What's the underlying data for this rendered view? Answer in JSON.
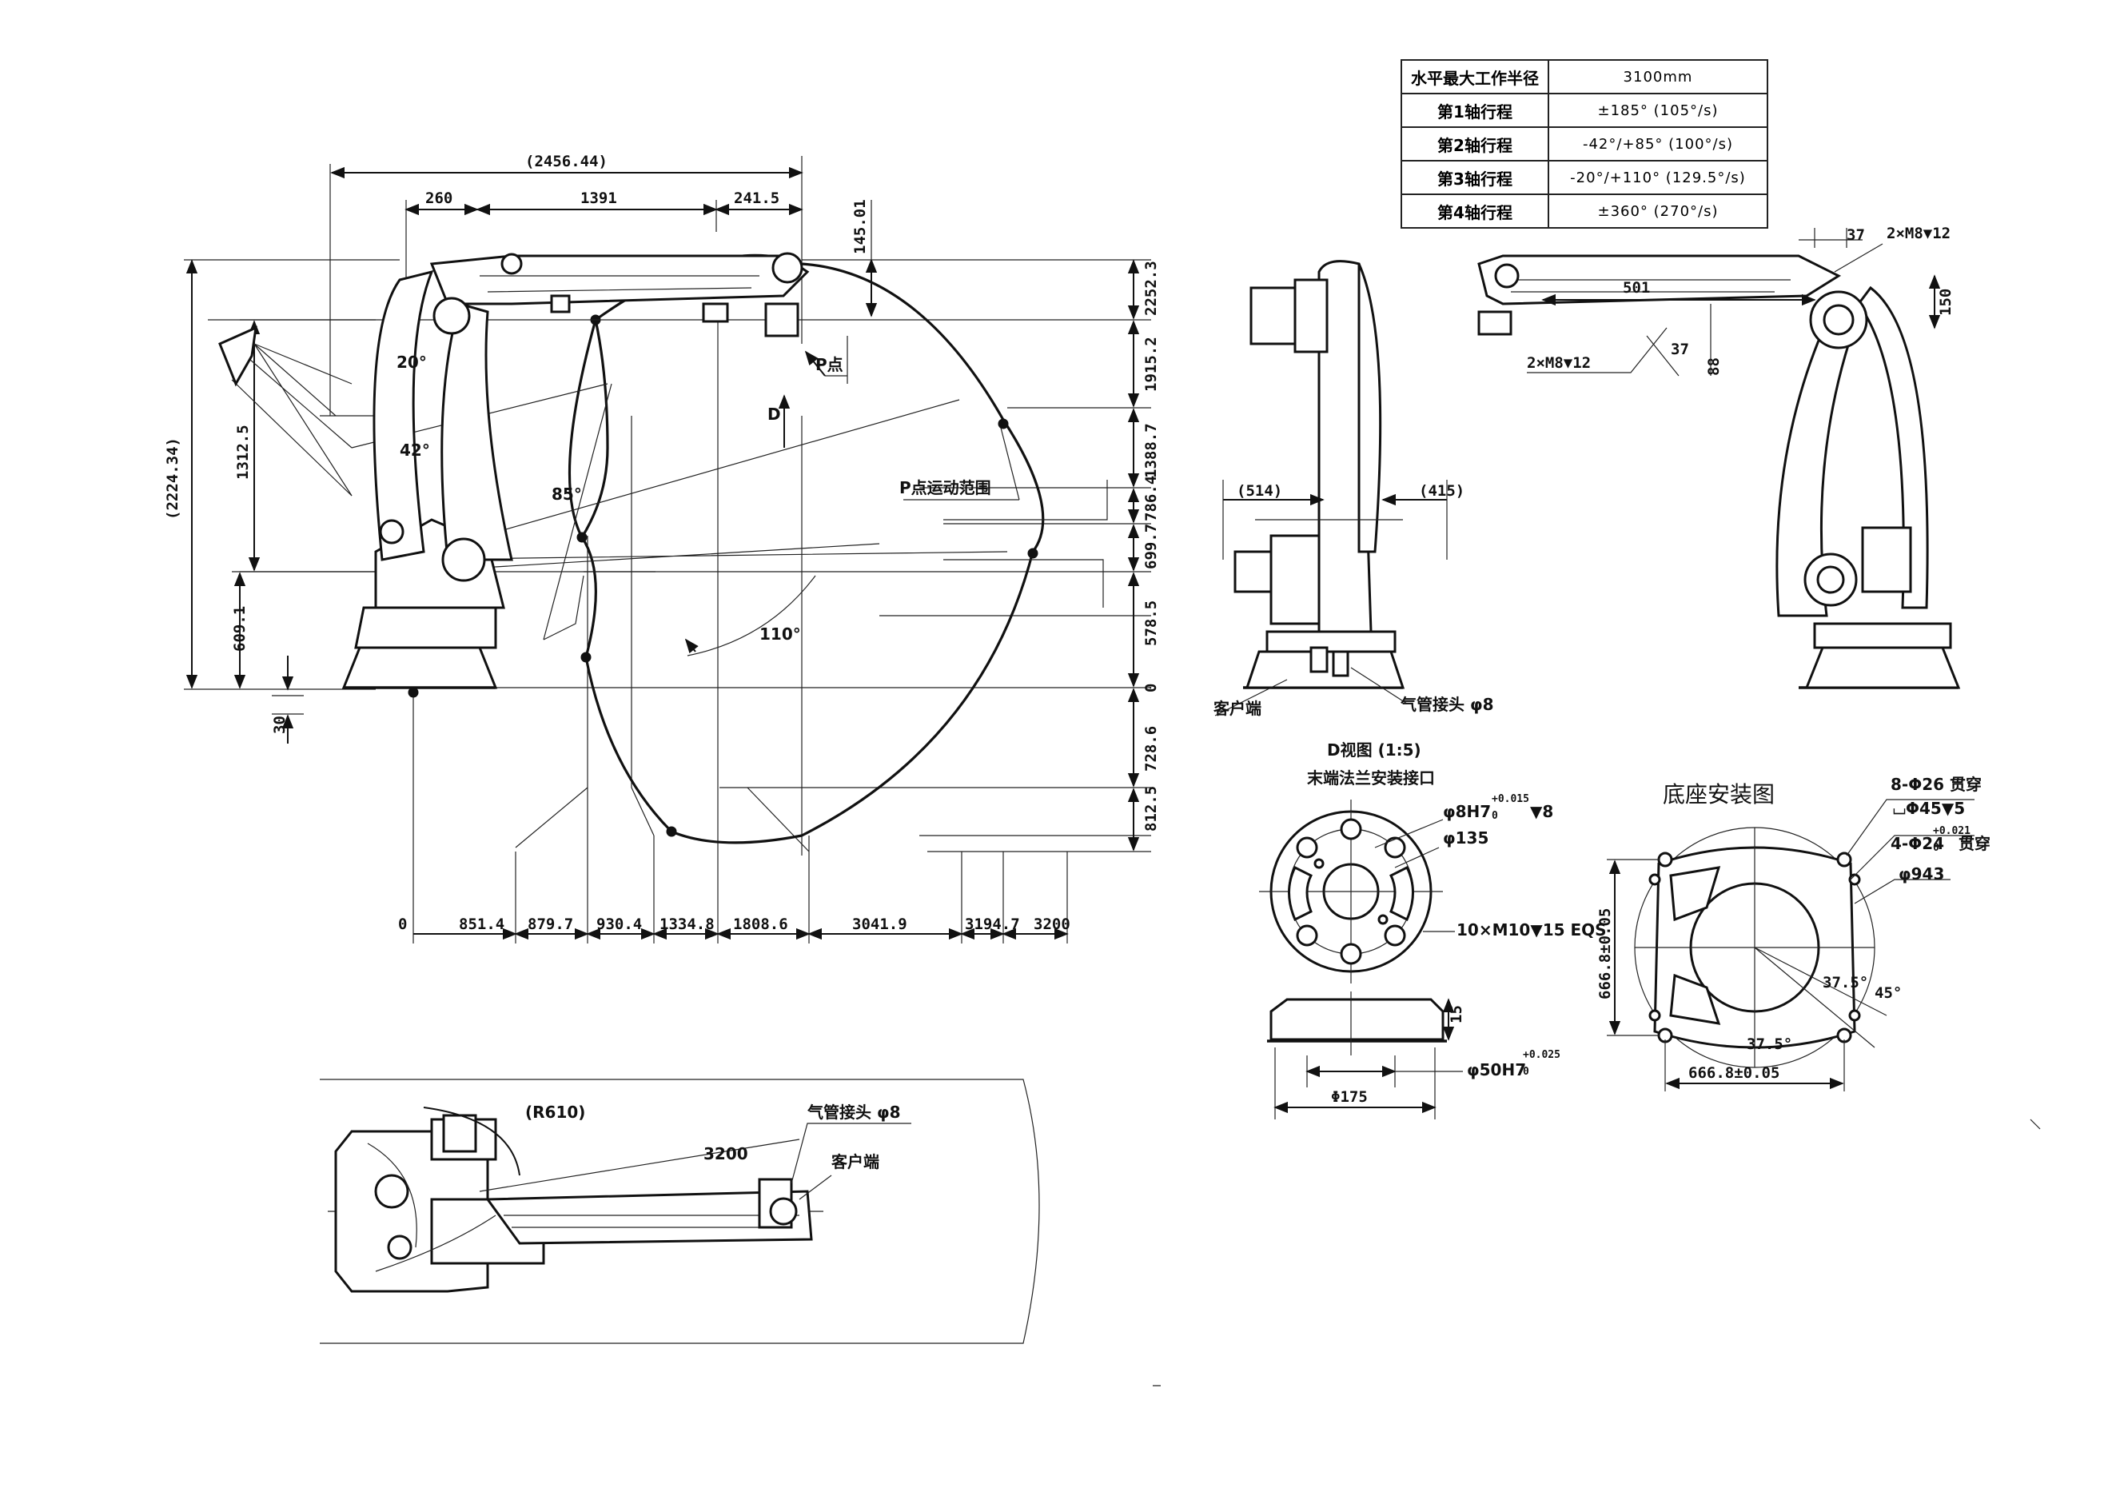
{
  "spec_table": [
    {
      "label": "水平最大工作半径",
      "value": "3100mm"
    },
    {
      "label": "第1轴行程",
      "value": "±185° (105°/s)"
    },
    {
      "label": "第2轴行程",
      "value": "-42°/+85° (100°/s)"
    },
    {
      "label": "第3轴行程",
      "value": "-20°/+110° (129.5°/s)"
    },
    {
      "label": "第4轴行程",
      "value": "±360° (270°/s)"
    }
  ],
  "side_view": {
    "top_dims": [
      "(2456.44)",
      "260",
      "1391",
      "241.5"
    ],
    "top_right_dim": "145.01",
    "left_dims": [
      "(2224.34)",
      "1312.5",
      "609.1",
      "30"
    ],
    "right_dims": [
      "2252.3",
      "1915.2",
      "1388.7",
      "786.4",
      "699.7",
      "578.5",
      "0",
      "728.6",
      "812.5"
    ],
    "bottom_dims": [
      "0",
      "851.4",
      "879.7",
      "930.4",
      "1334.8",
      "1808.6",
      "3041.9",
      "3194.7",
      "3200"
    ],
    "angles": [
      "20°",
      "42°",
      "85°",
      "110°"
    ],
    "labels": {
      "p_point": "P点",
      "range": "P点运动范围",
      "d": "D"
    }
  },
  "rear_view": {
    "dims": [
      "(514)",
      "(415)"
    ],
    "labels": {
      "customer_port": "客户端",
      "air_fitting": "气管接头 φ8"
    }
  },
  "right_view": {
    "dims": [
      "37",
      "2×M8▼12",
      "501",
      "150",
      "37",
      "88",
      "2×M8▼12"
    ]
  },
  "d_view": {
    "title": "D视图 (1:5)",
    "subtitle": "末端法兰安装接口",
    "notes": [
      "φ8H7",
      "+0.015",
      "0",
      "▼8",
      "φ135",
      "10×M10▼15 EQS",
      "15",
      "φ50H7",
      "+0.025",
      "0",
      "Φ175"
    ]
  },
  "base_view": {
    "title": "底座安装图",
    "notes": [
      "8-Φ26 贯穿",
      "⌴Φ45▼5",
      "4-Φ24",
      "+0.021",
      "0",
      "贯穿",
      "φ943",
      "666.8±0.05",
      "37.5°",
      "45°",
      "37.5°",
      "666.8±0.05"
    ]
  },
  "top_view": {
    "labels": [
      "(R610)",
      "3200",
      "气管接头 φ8",
      "客户端"
    ]
  }
}
